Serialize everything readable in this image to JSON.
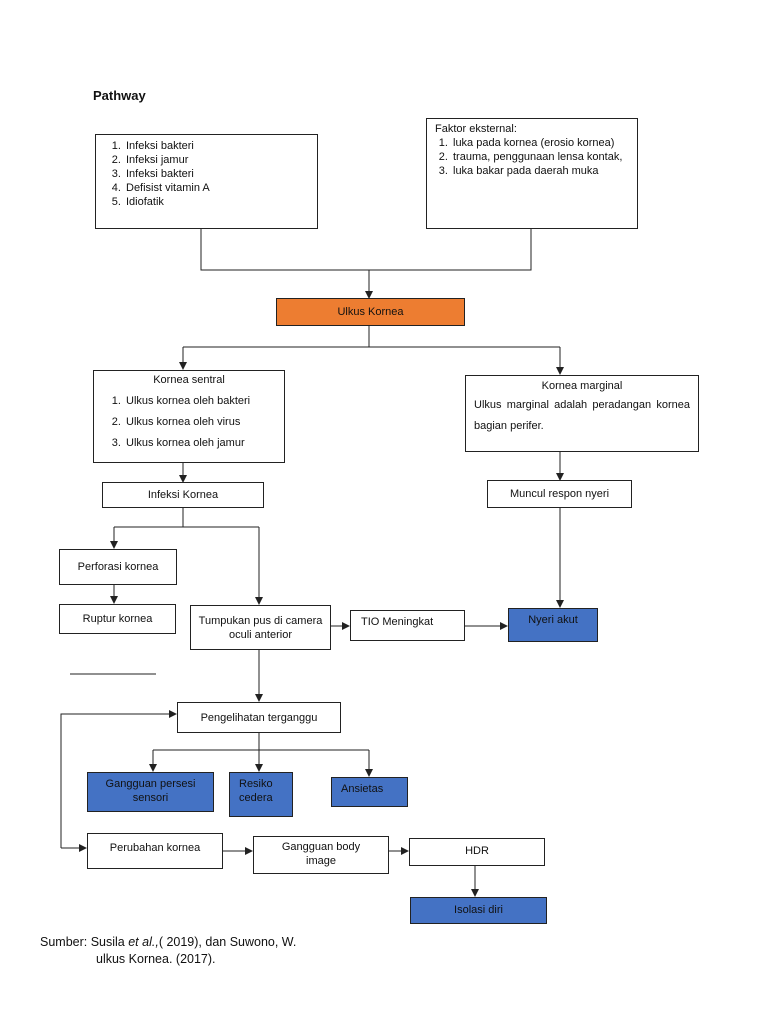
{
  "title": "Pathway",
  "nodes": {
    "penyebab_internal": [
      "Infeksi bakteri",
      "Infeksi jamur",
      "Infeksi bakteri",
      "Defisist vitamin A",
      "Idiofatik"
    ],
    "faktor_eksternal": {
      "header": "Faktor eksternal:",
      "items": [
        "luka pada kornea  (erosio kornea)",
        "trauma, penggunaan lensa kontak,",
        "luka bakar pada daerah muka"
      ]
    },
    "ulkus_kornea": "Ulkus Kornea",
    "kornea_sentral": {
      "header": "Kornea sentral",
      "items": [
        "Ulkus kornea oleh bakteri",
        "Ulkus kornea oleh virus",
        "Ulkus kornea oleh jamur"
      ]
    },
    "kornea_marginal": {
      "header": "Kornea marginal",
      "body": "Ulkus marginal adalah peradangan kornea bagian perifer."
    },
    "infeksi_kornea": "Infeksi Kornea",
    "muncul_respon_nyeri": "Muncul respon nyeri",
    "perforasi_kornea": "Perforasi kornea",
    "ruptur_kornea": "Ruptur kornea",
    "tumpukan_pus": "Tumpukan pus di camera oculi anterior",
    "tio_meningkat": "TIO Meningkat",
    "nyeri_akut": "Nyeri akut",
    "pengelihatan_terganggu": "Pengelihatan terganggu",
    "gangguan_persepsi": "Gangguan persesi sensori",
    "resiko_cedera": "Resiko cedera",
    "ansietas": "Ansietas",
    "perubahan_kornea": "Perubahan kornea",
    "gangguan_body_image": "Gangguan body image",
    "hdr": "HDR",
    "isolasi_diri": "Isolasi diri"
  },
  "source": {
    "prefix": "Sumber: Susila ",
    "etal": "et al.,",
    "rest": "( 2019), dan Suwono, W.",
    "line2": "ulkus Kornea. (2017)."
  },
  "colors": {
    "orange": "#ed7d31",
    "blue": "#4472c4",
    "line": "#222222"
  }
}
